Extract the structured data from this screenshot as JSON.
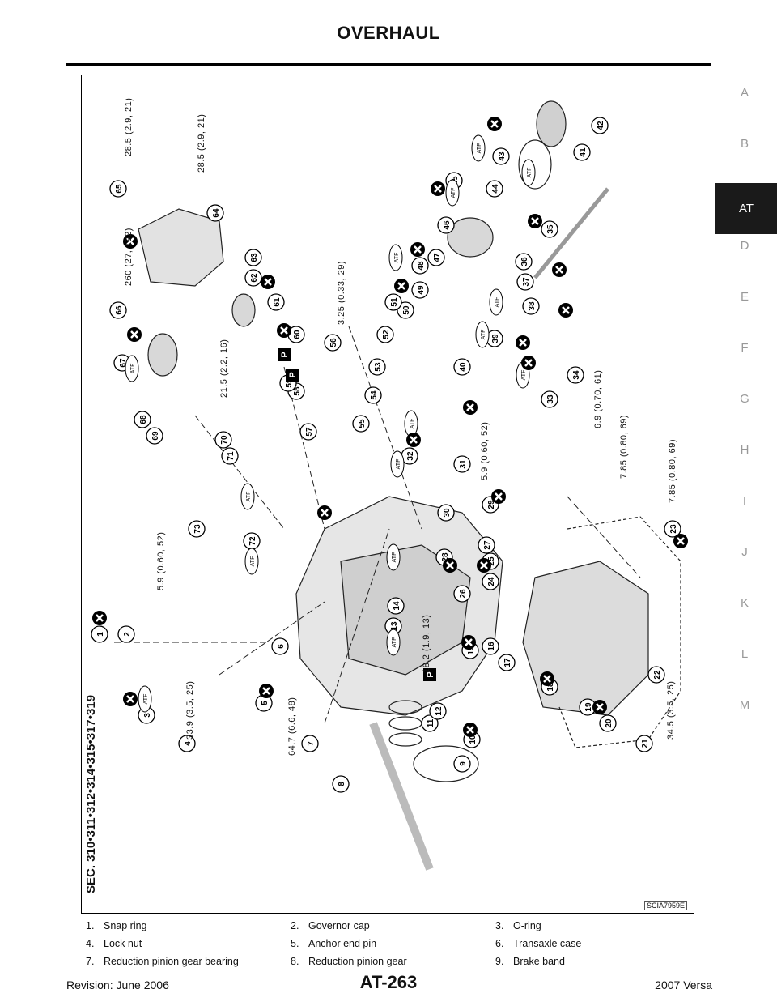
{
  "header": {
    "title": "OVERHAUL"
  },
  "side_index": [
    "A",
    "B",
    "AT",
    "D",
    "E",
    "F",
    "G",
    "H",
    "I",
    "J",
    "K",
    "L",
    "M"
  ],
  "side_index_active": "AT",
  "figure": {
    "section_label": "SEC. 310•311•312•314•315•317•319",
    "figure_code": "SCIA7959E",
    "torque_specs": [
      "28.5 (2.9, 21)",
      "28.5 (2.9, 21)",
      "260 (27, 192)",
      "3.25 (0.33, 29)",
      "21.5 (2.2, 16)",
      "5.9 (0.60, 52)",
      "6.9 (0.70, 61)",
      "7.85 (0.80, 69)",
      "7.85 (0.80, 69)",
      "5.9 (0.60, 52)",
      "18.2 (1.9, 13)",
      "33.9 (3.5, 25)",
      "64.7 (6.6, 48)",
      "34.5 (3.5, 25)"
    ],
    "callouts": [
      "1",
      "2",
      "3",
      "4",
      "5",
      "6",
      "7",
      "8",
      "9",
      "10",
      "11",
      "12",
      "13",
      "14",
      "15",
      "16",
      "17",
      "18",
      "19",
      "20",
      "21",
      "22",
      "23",
      "24",
      "25",
      "26",
      "27",
      "28",
      "29",
      "30",
      "31",
      "32",
      "33",
      "34",
      "35",
      "36",
      "37",
      "38",
      "39",
      "40",
      "41",
      "42",
      "43",
      "44",
      "45",
      "46",
      "47",
      "48",
      "49",
      "50",
      "51",
      "52",
      "53",
      "54",
      "55",
      "56",
      "57",
      "58",
      "59",
      "60",
      "61",
      "62",
      "63",
      "64",
      "65",
      "66",
      "67",
      "68",
      "69",
      "70",
      "71",
      "72",
      "73"
    ],
    "atf_label": "ATF",
    "p_label": "P"
  },
  "legend": [
    [
      {
        "num": "1.",
        "text": "Snap ring"
      },
      {
        "num": "2.",
        "text": "Governor cap"
      },
      {
        "num": "3.",
        "text": "O-ring"
      }
    ],
    [
      {
        "num": "4.",
        "text": "Lock nut"
      },
      {
        "num": "5.",
        "text": "Anchor end pin"
      },
      {
        "num": "6.",
        "text": "Transaxle case"
      }
    ],
    [
      {
        "num": "7.",
        "text": "Reduction pinion gear bearing"
      },
      {
        "num": "8.",
        "text": "Reduction pinion gear"
      },
      {
        "num": "9.",
        "text": "Brake band"
      }
    ]
  ],
  "footer": {
    "revision": "Revision: June 2006",
    "page": "AT-263",
    "model": "2007 Versa"
  }
}
